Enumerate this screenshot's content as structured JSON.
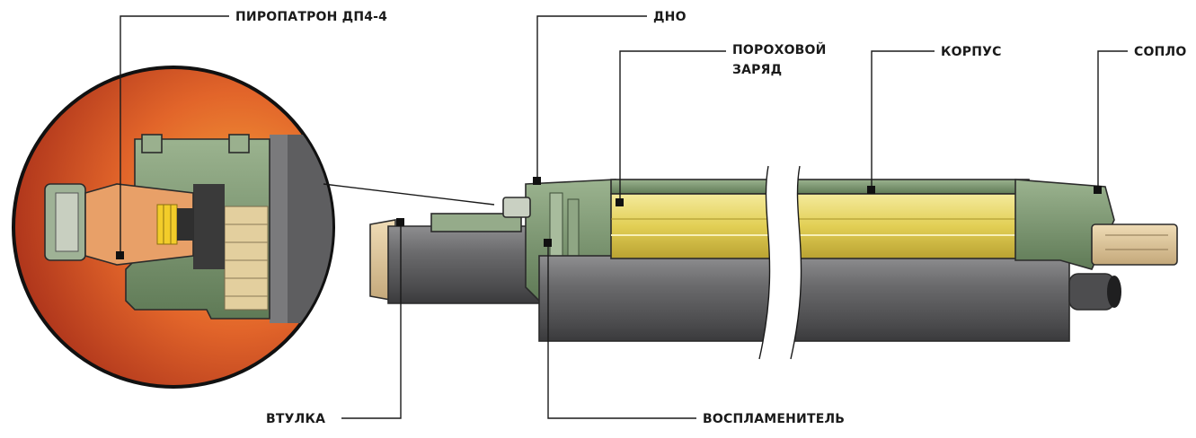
{
  "labels": {
    "squib": "ПИРОПАТРОН ДП4-4",
    "bottom": "ДНО",
    "charge_line1": "ПОРОХОВОЙ",
    "charge_line2": "ЗАРЯД",
    "body": "КОРПУС",
    "nozzle": "СОПЛО",
    "bushing": "ВТУЛКА",
    "igniter": "ВОСПЛАМЕНИТЕЛЬ"
  },
  "colors": {
    "background": "#ffffff",
    "circle_red": "#c8381c",
    "circle_orange": "#f08a2a",
    "green_metal": "#7d9a72",
    "grey_casing": "#6e6e70",
    "yellow_charge": "#e8d86a",
    "tan_bushing": "#d9c29a",
    "line": "#1a1a1a"
  }
}
